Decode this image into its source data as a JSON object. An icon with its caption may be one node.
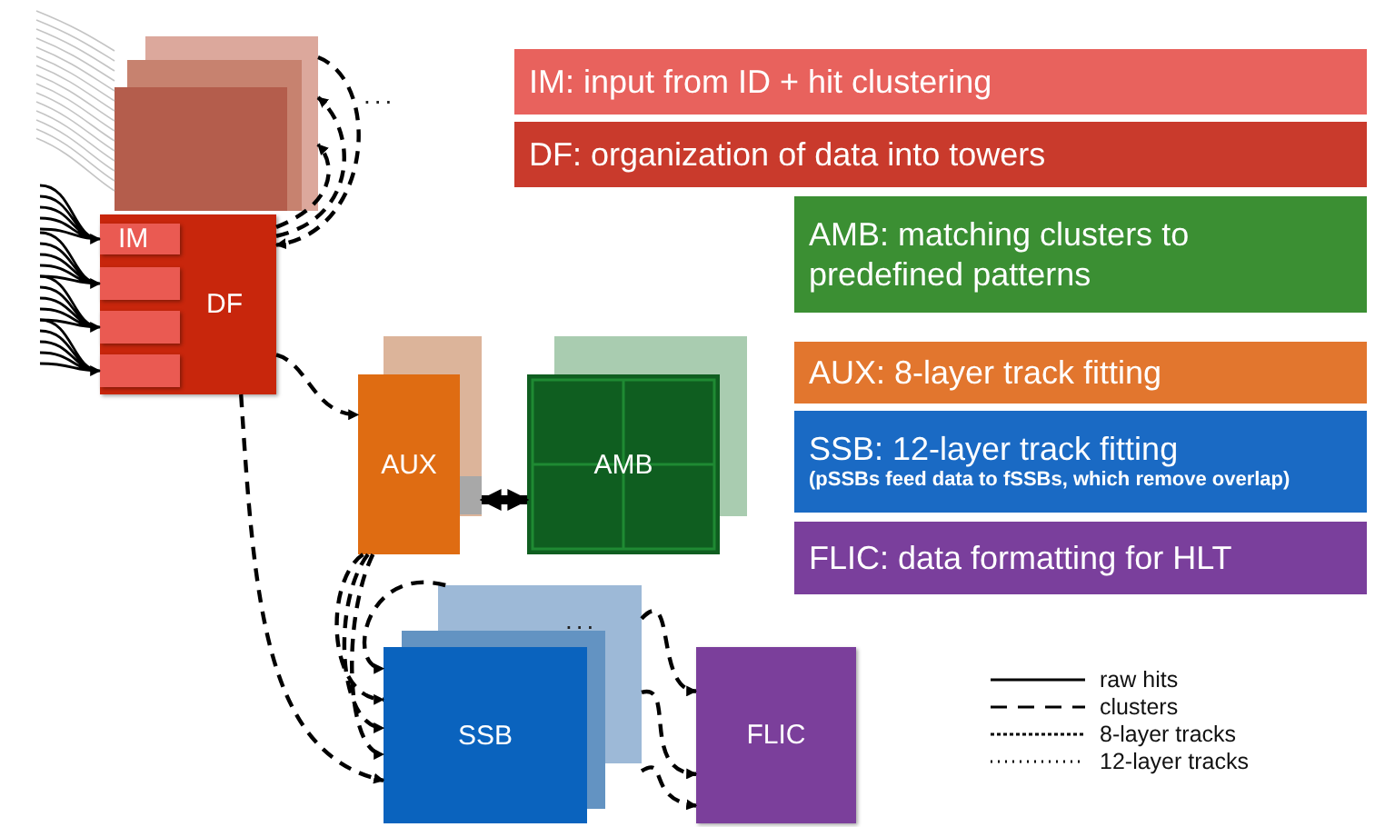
{
  "diagram": {
    "nodes": [
      {
        "text": [],
        "shape": "box"
      },
      {
        "text": [
          "DF"
        ]
      },
      {
        "text": [
          "IM"
        ],
        "in": 1
      },
      {
        "text": [],
        "shape": "box",
        "in": 1
      },
      {
        "text": [],
        "shape": "box",
        "in": 1
      },
      {
        "text": [],
        "shape": "box",
        "in": 1
      },
      {
        "text": [
          "IM: input from ID + hit clustering"
        ]
      },
      {
        "text": [
          "DF: organization of data into towers"
        ]
      },
      {
        "text": [
          "AMB: matching clusters to predefined patterns"
        ]
      },
      {
        "text": [
          "AUX"
        ]
      },
      {
        "text": [
          "AMB"
        ]
      },
      {
        "text": [
          "AUX: 8-layer track fitting"
        ]
      },
      {
        "text": [
          "SSB: 12-layer track fitting",
          "(pSSBs feed data to fSSBs, which remove overlap)"
        ]
      },
      {
        "text": [
          "FLIC: data formatting for HLT"
        ]
      },
      {
        "text": [
          "SSB"
        ]
      },
      {
        "text": [
          "FLIC"
        ]
      }
    ],
    "edges": [
      {
        "from": null,
        "to": 0,
        "arrow": "none",
        "color": "#c4c4c4"
      },
      {
        "from": null,
        "to": 2,
        "arrow": "to"
      },
      {
        "from": null,
        "to": 3,
        "arrow": "to"
      },
      {
        "from": null,
        "to": 4,
        "arrow": "to"
      },
      {
        "from": null,
        "to": 5,
        "arrow": "to"
      },
      {
        "from": 1,
        "to": 0,
        "arrow": "to",
        "style": "dashed"
      },
      {
        "from": 1,
        "to": 0,
        "arrow": "to",
        "style": "dashed"
      },
      {
        "from": 0,
        "to": 1,
        "arrow": "to",
        "style": "dashed"
      },
      {
        "from": 1,
        "to": 9,
        "arrow": "to",
        "style": "dashed"
      },
      {
        "from": 1,
        "to": 14,
        "arrow": "to",
        "style": "dashed"
      },
      {
        "from": 9,
        "to": 10,
        "arrow": "both",
        "style": "thick"
      },
      {
        "from": 9,
        "to": 14,
        "arrow": "to",
        "style": "dashed"
      },
      {
        "from": 9,
        "to": 14,
        "arrow": "to",
        "style": "dashed"
      },
      {
        "from": 9,
        "to": 14,
        "arrow": "to",
        "style": "dashed"
      },
      {
        "from": 14,
        "to": 14,
        "arrow": "to",
        "style": "dashed"
      },
      {
        "from": 14,
        "to": 15,
        "arrow": "to",
        "style": "dashed"
      },
      {
        "from": 14,
        "to": 15,
        "arrow": "to",
        "style": "dashed"
      },
      {
        "from": 14,
        "to": 15,
        "arrow": "to",
        "style": "dashed"
      }
    ],
    "labels": [
      "...",
      "..."
    ],
    "legend": [
      {
        "text": "raw hits"
      },
      {
        "text": "clusters"
      },
      {
        "text": "8-layer tracks"
      },
      {
        "text": "12-layer tracks"
      }
    ]
  }
}
